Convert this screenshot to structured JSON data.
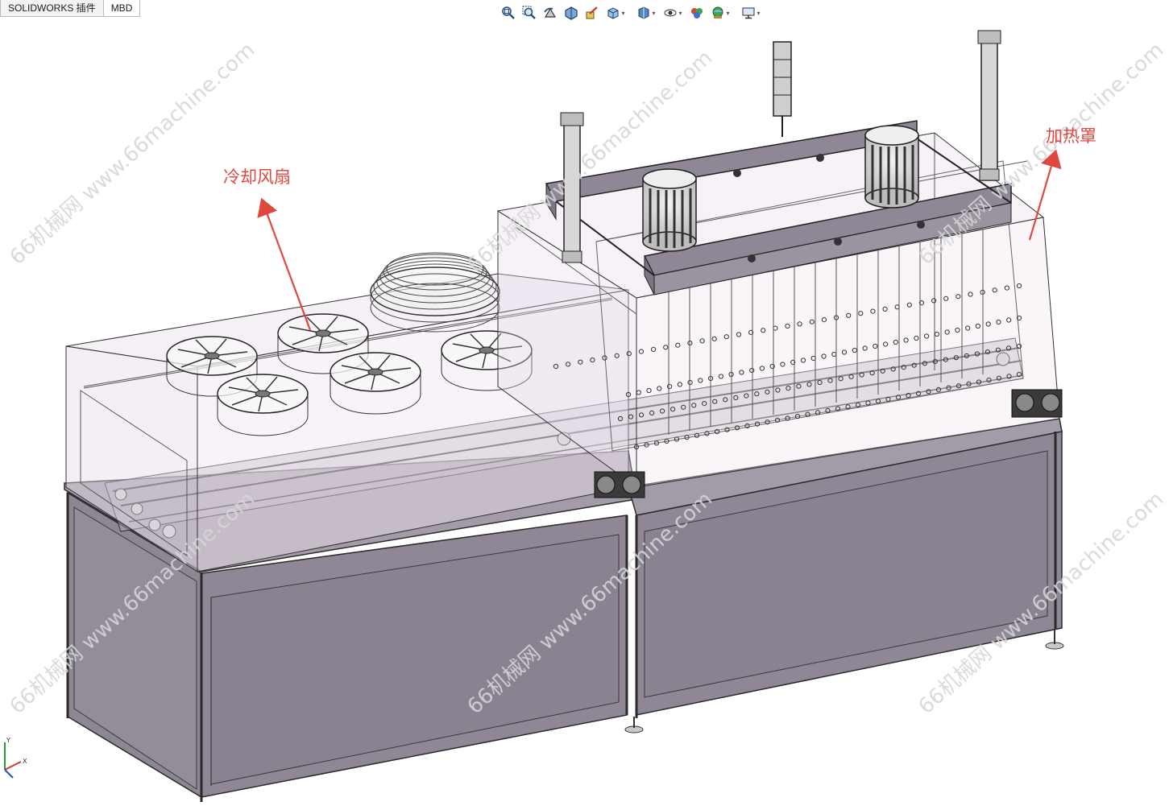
{
  "tabs": [
    {
      "label": "SOLIDWORKS 插件",
      "active": false
    },
    {
      "label": "MBD",
      "active": true
    }
  ],
  "view_toolbar": {
    "buttons": [
      {
        "icon": "zoom-to-fit-icon"
      },
      {
        "icon": "zoom-to-area-icon"
      },
      {
        "icon": "previous-view-icon"
      },
      {
        "icon": "section-view-icon"
      },
      {
        "icon": "dynamic-annotation-icon"
      },
      {
        "icon": "view-orientation-icon",
        "dropdown": true
      },
      {
        "icon": "display-style-icon",
        "dropdown": true
      },
      {
        "icon": "hide-show-items-icon",
        "dropdown": true
      },
      {
        "icon": "edit-appearance-icon"
      },
      {
        "icon": "apply-scene-icon",
        "dropdown": true
      },
      {
        "icon": "view-settings-icon",
        "dropdown": true
      }
    ]
  },
  "annotations": {
    "cooling_fan": "冷却风扇",
    "heating_cover": "加热罩"
  },
  "watermark": {
    "text": "66机械网 www.66machine.com"
  },
  "triad": {
    "x_label": "X",
    "y_label": "Y"
  },
  "colors": {
    "frame_fill": "#8f8796",
    "frame_edge": "#2a2a2a",
    "glass_tint": "#ece2ee",
    "annotation_red": "#e0473f",
    "watermark": "#d6d6d6"
  }
}
